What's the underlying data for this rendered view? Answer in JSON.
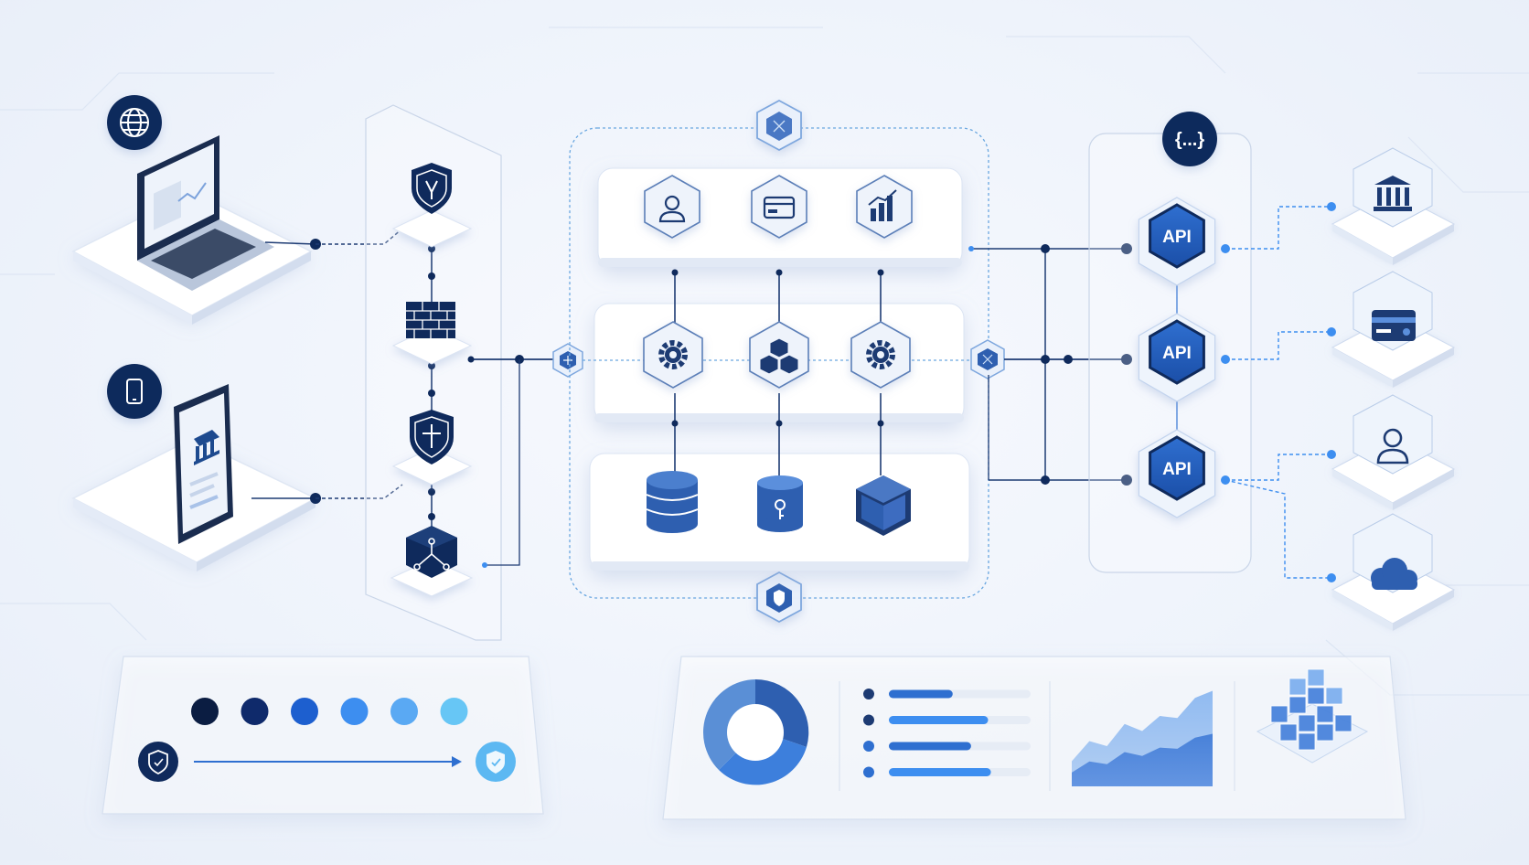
{
  "colors": {
    "navy": "#0f2a5c",
    "dark": "#0b1d42",
    "primary": "#2e5fb0",
    "blue": "#3b82f6",
    "light_blue": "#5cb8f2",
    "line": "#1d3b73",
    "dashed": "#6aa7e0",
    "platform": "#ffffff",
    "platform_edge": "#dbe4f3"
  },
  "palette": [
    "#0b1d42",
    "#0f2a6b",
    "#1d5fcf",
    "#3d8ef0",
    "#5aa9f3",
    "#67c6f5"
  ],
  "api_nodes": [
    {
      "label": "API"
    },
    {
      "label": "API"
    },
    {
      "label": "API"
    }
  ],
  "json_badge": {
    "label": "{...}"
  },
  "icons": {
    "clients": [
      "globe-icon",
      "laptop-icon",
      "smartphone-icon",
      "bank-icon"
    ],
    "security": [
      "shield-icon",
      "firewall-icon",
      "shield-check-icon",
      "network-cube-icon"
    ],
    "services_top": [
      "user-icon",
      "card-icon",
      "chart-icon"
    ],
    "services_mid": [
      "gear-icon",
      "cubes-icon",
      "gear-icon"
    ],
    "services_bottom": [
      "database-icon",
      "key-db-icon",
      "box-icon"
    ],
    "external": [
      "bank-icon",
      "card-icon",
      "user-icon",
      "cloud-icon"
    ]
  },
  "dashboard": {
    "list_bars": [
      0.45,
      0.7,
      0.58,
      0.72
    ],
    "area_series": [
      0.25,
      0.45,
      0.4,
      0.62,
      0.55,
      0.7,
      0.68,
      0.88,
      0.95
    ]
  }
}
